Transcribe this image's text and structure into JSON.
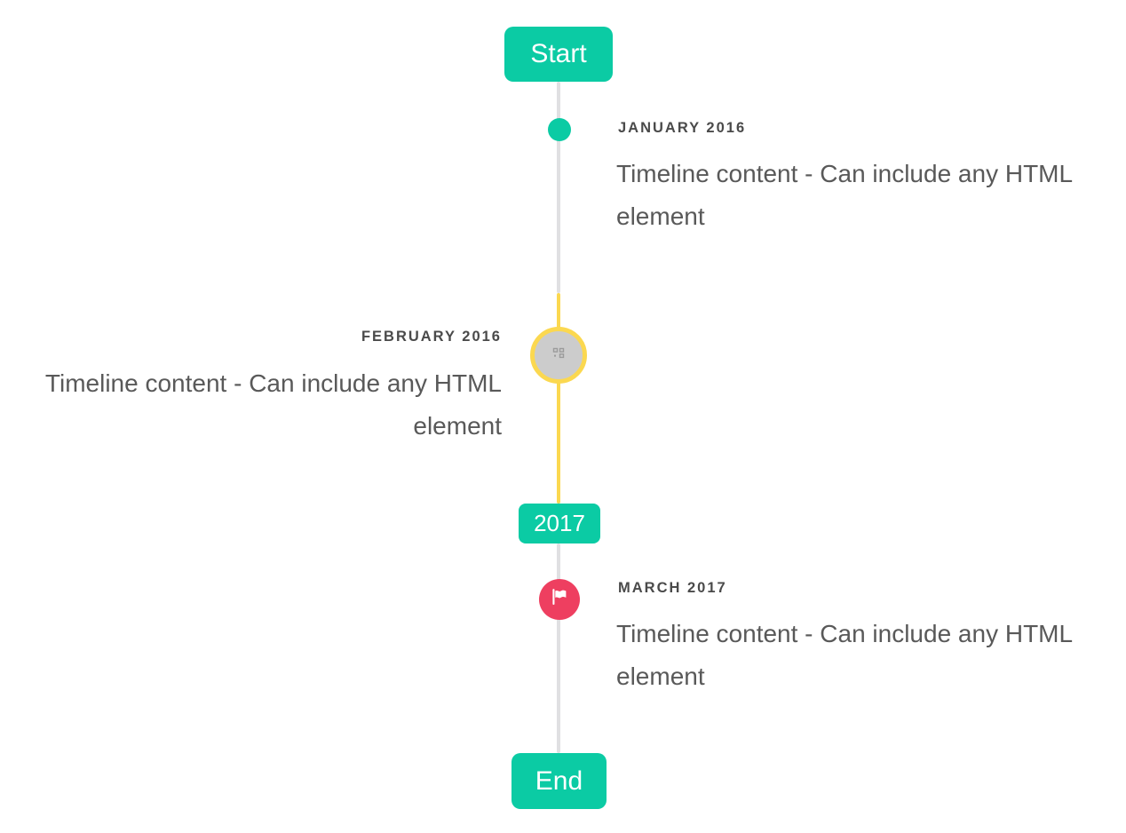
{
  "timeline": {
    "start_button": {
      "label": "Start"
    },
    "end_button": {
      "label": "End"
    },
    "year_badge": {
      "label": "2017"
    },
    "items": [
      {
        "label": "JANUARY 2016",
        "content": "Timeline content - Can include any HTML element",
        "side": "right",
        "marker": "dot-marker"
      },
      {
        "label": "FEBRUARY 2016",
        "content": "Timeline content - Can include any HTML element",
        "side": "left",
        "marker": "broken-image-circle-marker"
      },
      {
        "label": "MARCH 2017",
        "content": "Timeline content - Can include any HTML element",
        "side": "right",
        "marker": "flag-marker"
      }
    ],
    "colors": {
      "accent_teal": "#0bcba4",
      "highlight_yellow": "#fbd850",
      "marker_pink": "#ee3f60",
      "marker_gray_fill": "#cccccc",
      "line_gray": "#e0e0e2",
      "label_text": "#4a4a4a",
      "content_text": "#595959"
    }
  }
}
